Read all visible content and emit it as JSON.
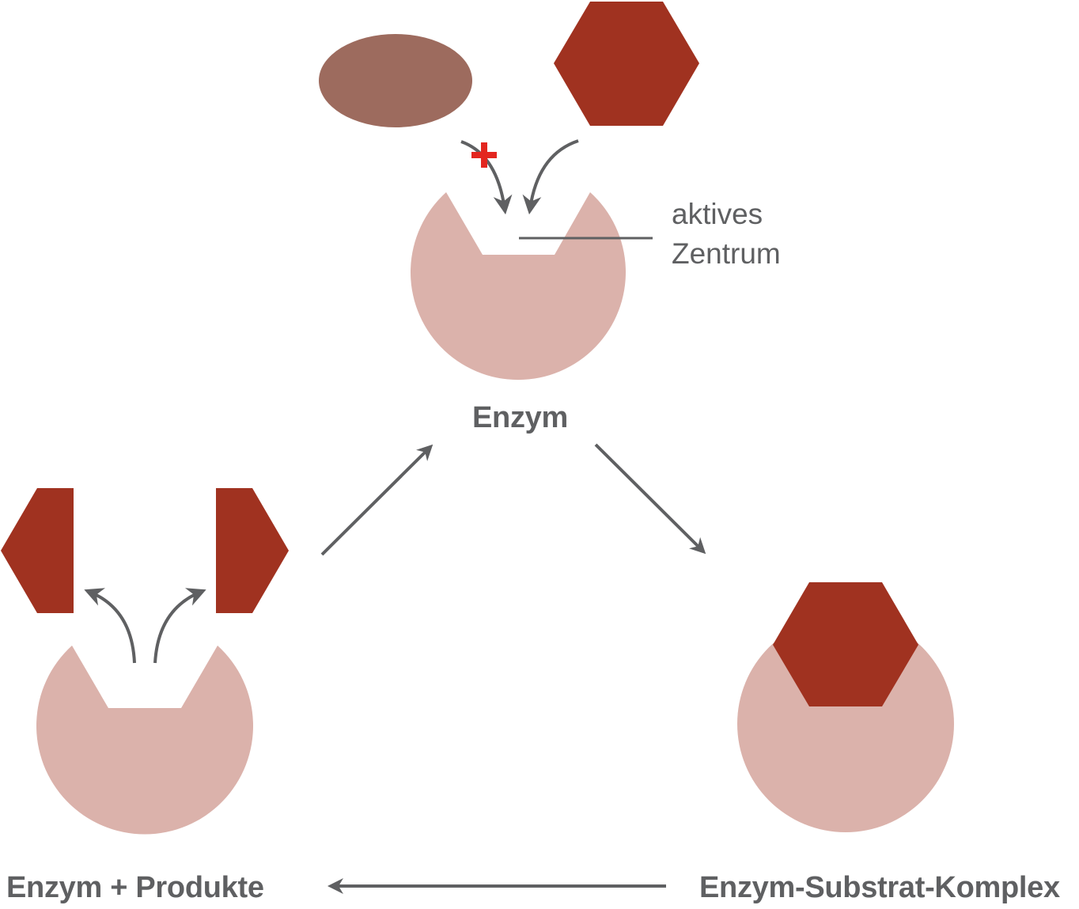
{
  "labels": {
    "enzyme": "Enzym",
    "active_site_line1": "aktives",
    "active_site_line2": "Zentrum",
    "enzyme_products": "Enzym + Produkte",
    "enzyme_substrate_complex": "Enzym-Substrat-Komplex"
  },
  "colors": {
    "enzyme": "#dbb2ab",
    "substrate": "#a03220",
    "non_matching_molecule": "#9d6b5e",
    "arrow": "#5f6062",
    "text": "#5f6062",
    "cross_mark": "#e3261f"
  },
  "icons": {
    "cross_mark": "red-plus-icon"
  }
}
